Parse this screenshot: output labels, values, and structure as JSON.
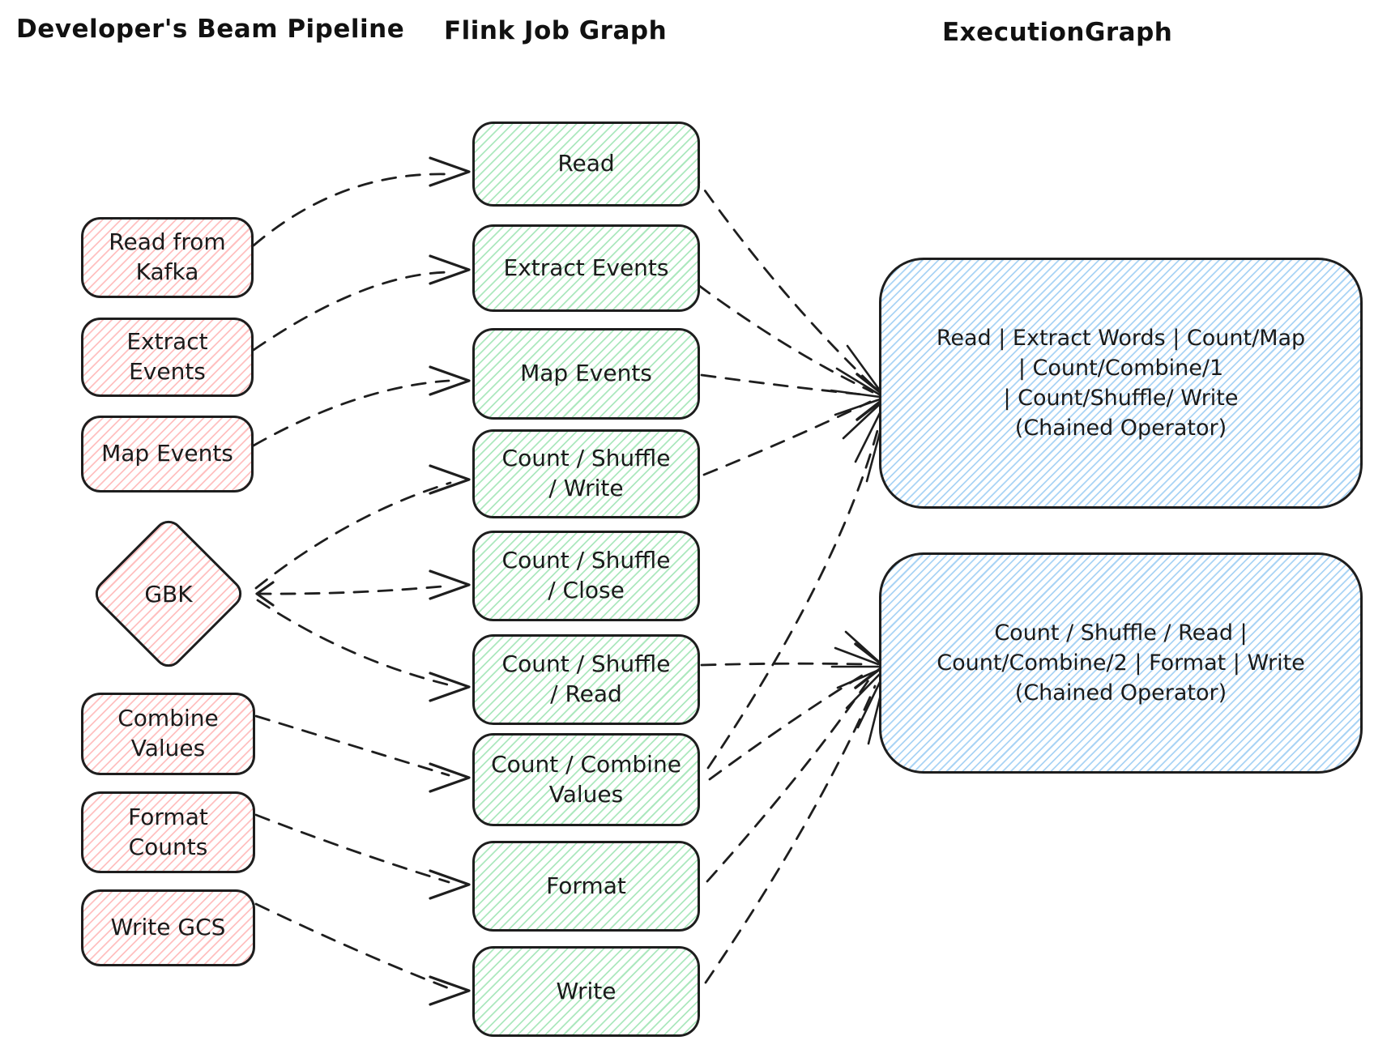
{
  "headers": {
    "beam": "Developer's Beam Pipeline",
    "flink": "Flink Job Graph",
    "execution": "ExecutionGraph"
  },
  "beam_pipeline": {
    "nodes": [
      {
        "id": "read-from-kafka",
        "label": "Read from\nKafka",
        "shape": "rect"
      },
      {
        "id": "extract-events",
        "label": "Extract\nEvents",
        "shape": "rect"
      },
      {
        "id": "map-events",
        "label": "Map Events",
        "shape": "rect"
      },
      {
        "id": "gbk",
        "label": "GBK",
        "shape": "diamond"
      },
      {
        "id": "combine-values",
        "label": "Combine\nValues",
        "shape": "rect"
      },
      {
        "id": "format-counts",
        "label": "Format\nCounts",
        "shape": "rect"
      },
      {
        "id": "write-gcs",
        "label": "Write GCS",
        "shape": "rect"
      }
    ]
  },
  "flink_job_graph": {
    "nodes": [
      {
        "id": "read",
        "label": "Read"
      },
      {
        "id": "extract-events",
        "label": "Extract Events"
      },
      {
        "id": "map-events",
        "label": "Map Events"
      },
      {
        "id": "count-shuffle-write",
        "label": "Count / Shuffle\n/ Write"
      },
      {
        "id": "count-shuffle-close",
        "label": "Count / Shuffle\n/ Close"
      },
      {
        "id": "count-shuffle-read",
        "label": "Count / Shuffle\n/ Read"
      },
      {
        "id": "count-combine-values",
        "label": "Count / Combine\nValues"
      },
      {
        "id": "format",
        "label": "Format"
      },
      {
        "id": "write",
        "label": "Write"
      }
    ]
  },
  "execution_graph": {
    "nodes": [
      {
        "id": "chained-operator-1",
        "label": "Read | Extract Words | Count/Map\n| Count/Combine/1\n| Count/Shuffle/ Write\n(Chained Operator)"
      },
      {
        "id": "chained-operator-2",
        "label": "Count / Shuffle / Read |\nCount/Combine/2 | Format | Write\n(Chained Operator)"
      }
    ]
  },
  "edges": {
    "beam_to_flink": [
      [
        "read-from-kafka",
        "read"
      ],
      [
        "extract-events",
        "extract-events"
      ],
      [
        "map-events",
        "map-events"
      ],
      [
        "gbk",
        "count-shuffle-write"
      ],
      [
        "gbk",
        "count-shuffle-close"
      ],
      [
        "gbk",
        "count-shuffle-read"
      ],
      [
        "combine-values",
        "count-combine-values"
      ],
      [
        "format-counts",
        "format"
      ],
      [
        "write-gcs",
        "write"
      ]
    ],
    "flink_to_execution": [
      [
        "read",
        "chained-operator-1"
      ],
      [
        "extract-events",
        "chained-operator-1"
      ],
      [
        "map-events",
        "chained-operator-1"
      ],
      [
        "count-shuffle-write",
        "chained-operator-1"
      ],
      [
        "count-combine-values",
        "chained-operator-1"
      ],
      [
        "count-shuffle-read",
        "chained-operator-2"
      ],
      [
        "count-combine-values",
        "chained-operator-2"
      ],
      [
        "format",
        "chained-operator-2"
      ],
      [
        "write",
        "chained-operator-2"
      ]
    ]
  },
  "colors": {
    "beam_hatch": "#ff8c8c",
    "flink_hatch": "#5ad27d",
    "execution_hatch": "#55aaeb",
    "stroke": "#1e1e1e"
  }
}
